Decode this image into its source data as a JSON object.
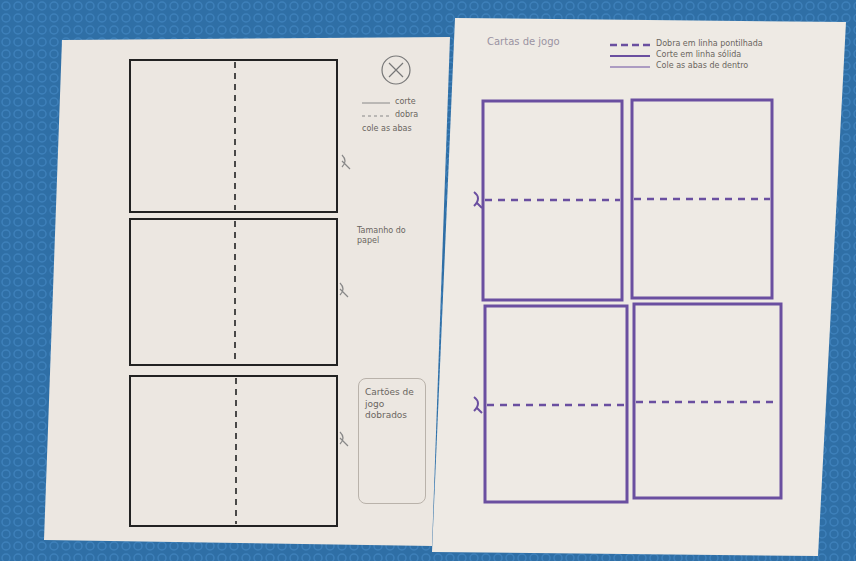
{
  "diagram": {
    "title": "Cartas de jogo",
    "nodes": [
      {
        "text": [
          "Cartões de jogo dobrados"
        ]
      }
    ],
    "labels": [
      "corte",
      "dobra",
      "cole as abas",
      "Tamanho do papel"
    ],
    "legend": [
      {
        "text": "Dobra em linha pontilhada"
      },
      {
        "text": "Corte em linha sólida"
      },
      {
        "text": "Cole as abas de dentro"
      }
    ]
  }
}
